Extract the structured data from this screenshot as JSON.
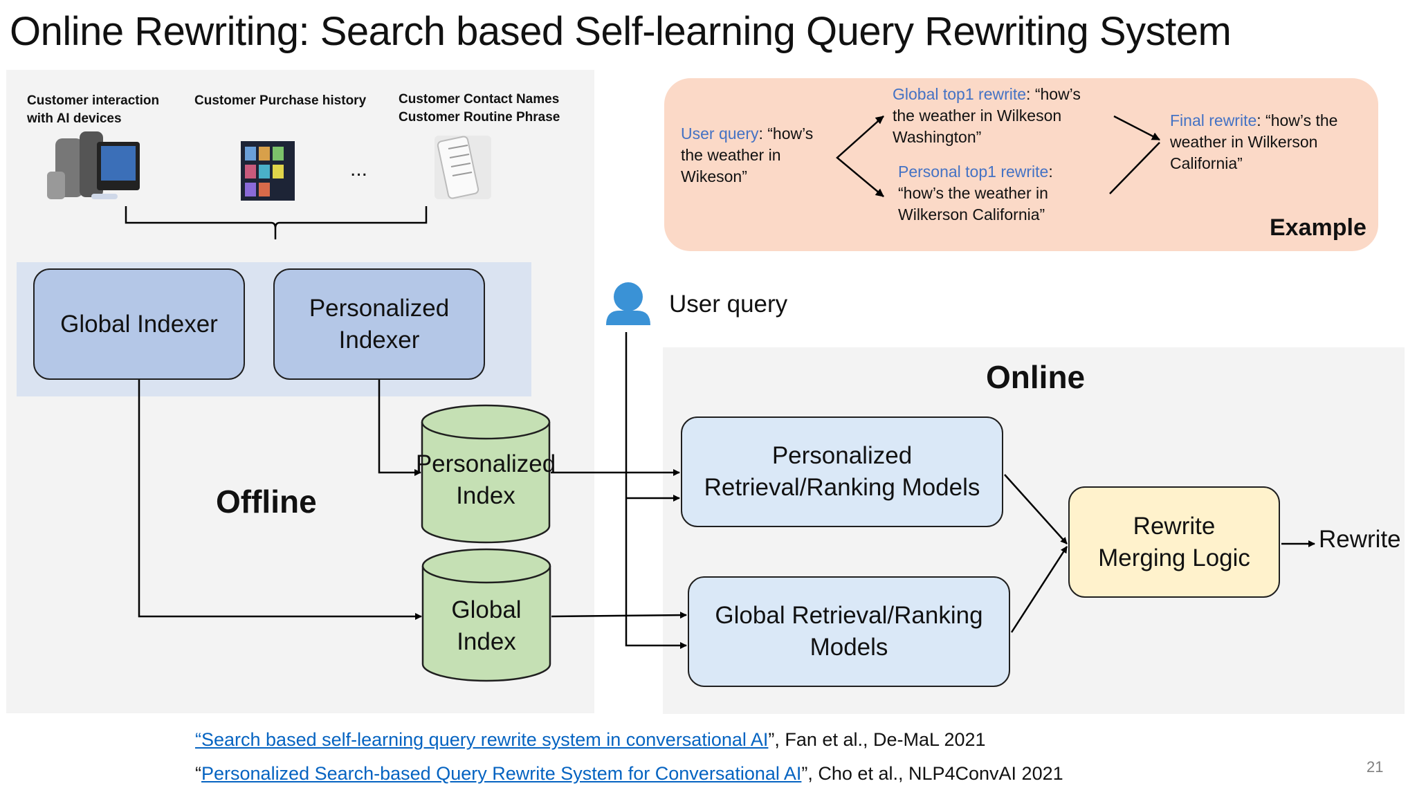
{
  "title": "Online Rewriting: Search based Self-learning Query Rewriting System",
  "sources": [
    {
      "label": "Customer interaction\nwith AI devices",
      "icon": "smart-speaker-devices"
    },
    {
      "label": "Customer Purchase history",
      "icon": "purchase-history-tablet"
    },
    {
      "label": "Customer Contact Names\nCustomer Routine Phrase",
      "icon": "phone-contacts"
    }
  ],
  "ellipsis": "...",
  "offline": {
    "label": "Offline",
    "global_indexer": "Global Indexer",
    "personalized_indexer": "Personalized\nIndexer",
    "personalized_index": "Personalized\nIndex",
    "global_index": "Global Index"
  },
  "user_query": {
    "label": "User query",
    "icon": "user-icon"
  },
  "online": {
    "label": "Online",
    "personalized_models": "Personalized\nRetrieval/Ranking Models",
    "global_models": "Global Retrieval/Ranking\nModels",
    "merging": "Rewrite\nMerging Logic",
    "output": "Rewrite"
  },
  "example": {
    "label": "Example",
    "user_query_key": "User query",
    "user_query_value": ": “how’s the weather in Wikeson”",
    "global_key": "Global top1 rewrite",
    "global_value": ": “how’s the weather in Wilkeson Washington”",
    "personal_key": "Personal top1 rewrite",
    "personal_value": ": “how’s the weather in Wilkerson California”",
    "final_key": "Final rewrite",
    "final_value": ": “how’s the weather in Wilkerson California”"
  },
  "references": [
    {
      "open": "",
      "link": "“Search based self-learning query rewrite system in conversational AI",
      "rest": "”, Fan et al., De-MaL 2021"
    },
    {
      "open": "“",
      "link": "Personalized Search-based Query Rewrite System for Conversational AI",
      "rest": "”, Cho et al., NLP4ConvAI 2021"
    }
  ],
  "page_number": "21",
  "colors": {
    "indexer_fill": "#b4c7e7",
    "index_fill": "#c5e0b4",
    "model_fill": "#dae8f7",
    "merge_fill": "#fff2cc",
    "example_fill": "#fbd9c7",
    "highlight_text": "#4472c4",
    "link": "#0563c1"
  }
}
